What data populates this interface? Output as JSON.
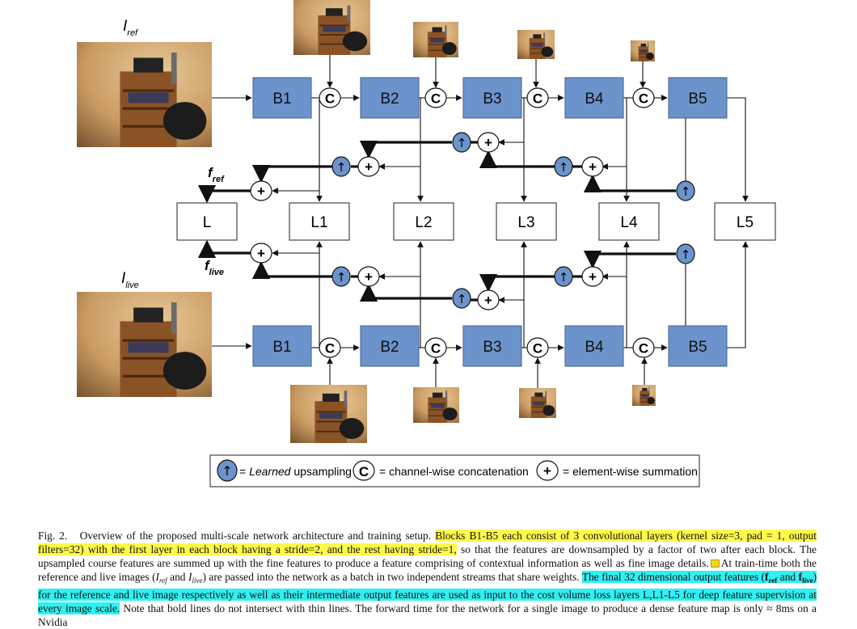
{
  "blocks": [
    "B1",
    "B2",
    "B3",
    "B4",
    "B5"
  ],
  "loss_layers": [
    "L",
    "L1",
    "L2",
    "L3",
    "L4",
    "L5"
  ],
  "concat_symbol": "C",
  "sum_symbol": "+",
  "upsample_symbol": "↑",
  "input_labels": {
    "ref_main": "I",
    "ref_sub": "ref",
    "live_main": "I",
    "live_sub": "live"
  },
  "feature_labels": {
    "ref_main": "f",
    "ref_sub": "ref",
    "live_main": "f",
    "live_sub": "live"
  },
  "legend": {
    "upsampling_italic": "Learned",
    "upsampling_rest": " upsampling",
    "concat": "= channel-wise concatenation",
    "sum": "= element-wise summation",
    "equals": "="
  },
  "caption": {
    "fig_label": "Fig. 2.",
    "intro": "Overview of the proposed multi-scale network architecture and training setup.",
    "hl1": "Blocks B1-B5 each consist of 3 convolutional layers (kernel size=3, pad = 1, output filters=32) with the first layer in each block having a stride=2, and the rest having stride=1,",
    "t2": " so that the features are downsampled by a factor of two after each block. The upsampled course features are summed up with the fine features to produce a feature comprising of contextual information as well as fine image details.",
    "t3a": "At train-time both the reference and live images (",
    "t3_m1": "I",
    "t3_m1_sub": "ref",
    "t3_and": " and ",
    "t3_m2": "I",
    "t3_m2_sub": "live",
    "t3b": ") are passed into the network as a batch in two independent streams that share weights.",
    "hl2a": "The final 32 dimensional output features (",
    "hl2_f1": "f",
    "hl2_f1_sub": "ref",
    "hl2_and": " and ",
    "hl2_f2": "f",
    "hl2_f2_sub": "live",
    "hl2b": ") for the reference and live image respectively as well as their intermediate output features are used as input to the cost volume loss layers L,L1-L5 for deep feature supervision at every image scale.",
    "t4": " Note that bold lines do not intersect with thin lines. The forward time for the network for a single image to produce a dense feature map is only ≈ 8ms on a Nvidia"
  },
  "colors": {
    "block_fill": "#6c93cb",
    "block_stroke": "#3f5f8e",
    "upsample_fill": "#6c93cb",
    "highlight_yellow": "#fff94a",
    "highlight_cyan": "#2ff0f2"
  }
}
